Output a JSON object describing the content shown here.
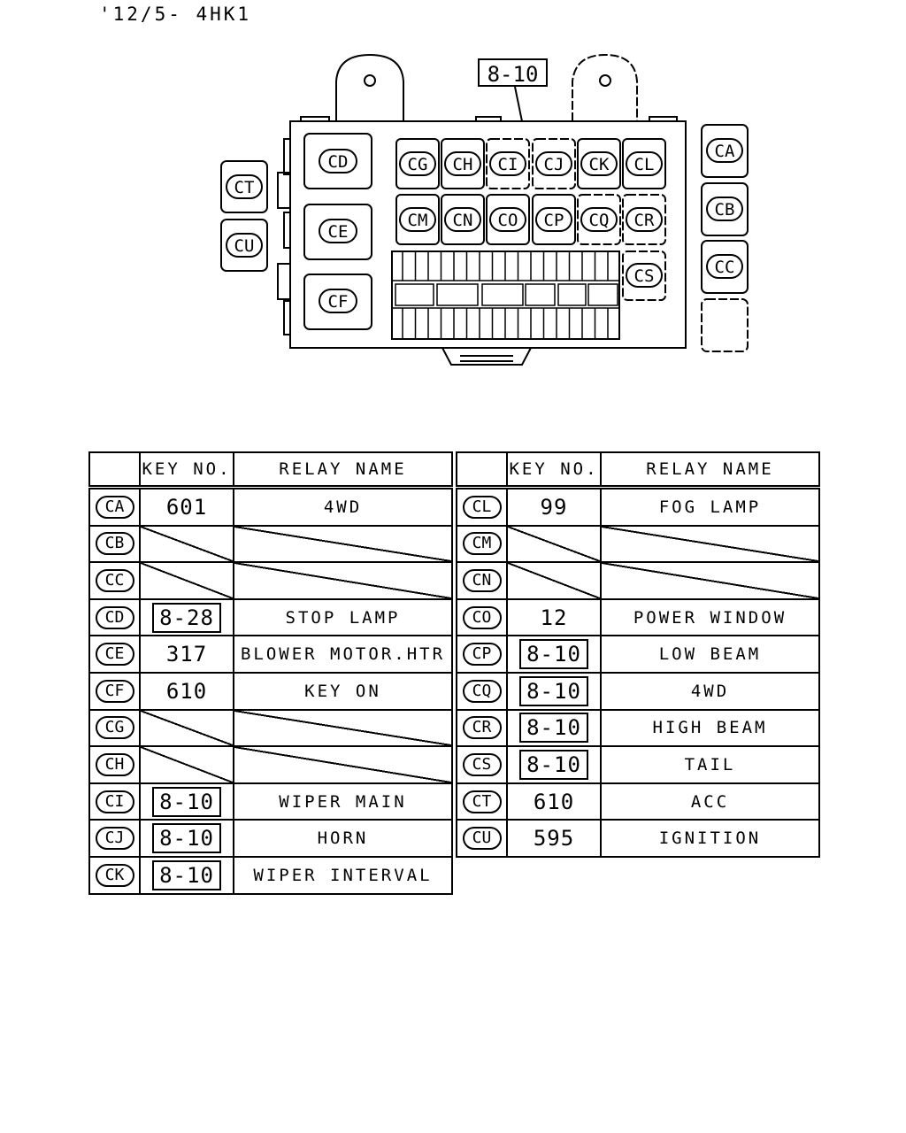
{
  "header": {
    "code": "'12/5- 4HK1"
  },
  "diagram": {
    "reference_label": "8-10",
    "inner_left_relays": [
      "CD",
      "CE",
      "CF"
    ],
    "grid_row1": [
      "CG",
      "CH",
      "CI",
      "CJ",
      "CK",
      "CL"
    ],
    "grid_row2": [
      "CM",
      "CN",
      "CO",
      "CP",
      "CQ",
      "CR"
    ],
    "grid_side": [
      "CS"
    ],
    "outer_left_relays": [
      "CT",
      "CU"
    ],
    "outer_right_relays": [
      "CA",
      "CB",
      "CC"
    ]
  },
  "table": {
    "headers": {
      "key_no": "KEY NO.",
      "relay_name": "RELAY NAME"
    },
    "left_rows": [
      {
        "code": "CA",
        "key": "601",
        "boxed": false,
        "name": "4WD"
      },
      {
        "code": "CB",
        "key": "",
        "boxed": false,
        "name": ""
      },
      {
        "code": "CC",
        "key": "",
        "boxed": false,
        "name": ""
      },
      {
        "code": "CD",
        "key": "8-28",
        "boxed": true,
        "name": "STOP LAMP"
      },
      {
        "code": "CE",
        "key": "317",
        "boxed": false,
        "name": "BLOWER MOTOR.HTR"
      },
      {
        "code": "CF",
        "key": "610",
        "boxed": false,
        "name": "KEY ON"
      },
      {
        "code": "CG",
        "key": "",
        "boxed": false,
        "name": ""
      },
      {
        "code": "CH",
        "key": "",
        "boxed": false,
        "name": ""
      },
      {
        "code": "CI",
        "key": "8-10",
        "boxed": true,
        "name": "WIPER MAIN"
      },
      {
        "code": "CJ",
        "key": "8-10",
        "boxed": true,
        "name": "HORN"
      },
      {
        "code": "CK",
        "key": "8-10",
        "boxed": true,
        "name": "WIPER INTERVAL"
      }
    ],
    "right_rows": [
      {
        "code": "CL",
        "key": "99",
        "boxed": false,
        "name": "FOG LAMP"
      },
      {
        "code": "CM",
        "key": "",
        "boxed": false,
        "name": ""
      },
      {
        "code": "CN",
        "key": "",
        "boxed": false,
        "name": ""
      },
      {
        "code": "CO",
        "key": "12",
        "boxed": false,
        "name": "POWER WINDOW"
      },
      {
        "code": "CP",
        "key": "8-10",
        "boxed": true,
        "name": "LOW BEAM"
      },
      {
        "code": "CQ",
        "key": "8-10",
        "boxed": true,
        "name": "4WD"
      },
      {
        "code": "CR",
        "key": "8-10",
        "boxed": true,
        "name": "HIGH BEAM"
      },
      {
        "code": "CS",
        "key": "8-10",
        "boxed": true,
        "name": "TAIL"
      },
      {
        "code": "CT",
        "key": "610",
        "boxed": false,
        "name": "ACC"
      },
      {
        "code": "CU",
        "key": "595",
        "boxed": false,
        "name": "IGNITION"
      }
    ]
  }
}
